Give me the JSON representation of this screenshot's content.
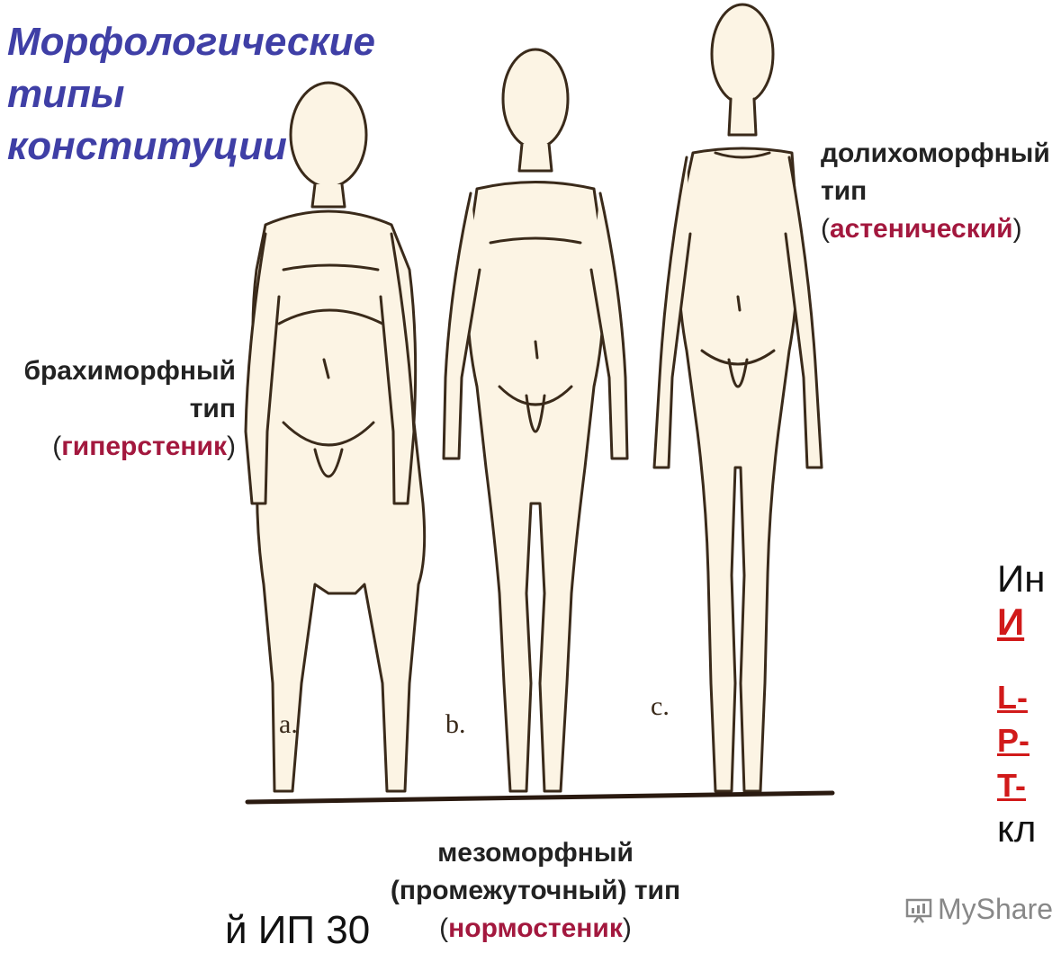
{
  "title": {
    "line1": "Морфологические",
    "line2": "типы",
    "line3": "конституции"
  },
  "labels": {
    "dolichomorphic": {
      "line1": "долихоморфный",
      "line2": "тип",
      "open": "(",
      "type": "астенический",
      "close": ")"
    },
    "brachymorphic": {
      "line1": "брахиморфный",
      "line2": "тип",
      "open": "(",
      "type": "гиперстеник",
      "close": ")"
    },
    "mesomorphic": {
      "line1": "мезоморфный",
      "line2": "(промежуточный) тип",
      "open": "(",
      "type": "нормостеник",
      "close": ")"
    }
  },
  "figure_letters": {
    "a": "a.",
    "b": "b.",
    "c": "c."
  },
  "cut_text": {
    "line1": "Ин",
    "line2": "И",
    "line3": "L-",
    "line4": "P-",
    "line5": "T-",
    "line6": "кл"
  },
  "bottom_text": "й  ИП            30",
  "watermark": "MyShared",
  "colors": {
    "title": "#3f3fa6",
    "type_name": "#a3183e",
    "cut_red": "#d11a1a",
    "figure_fill": "#fcf4e4",
    "figure_stroke": "#3a2a1a"
  }
}
